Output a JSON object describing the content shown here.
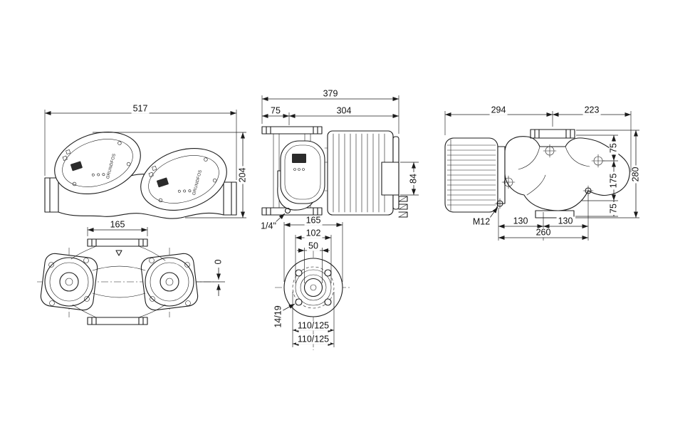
{
  "meta": {
    "drawing_type": "pump dimensional drawing, five orthographic views",
    "line_color": "#1c1c1c",
    "background": "#ffffff"
  },
  "brand": "GRUNDFOS",
  "views": {
    "front": {
      "overall_width": "517",
      "overall_height": "204"
    },
    "side": {
      "overall_depth": "379",
      "flange_offset": "75",
      "motor_length": "304",
      "terminal_height": "84",
      "vent_plug": "1/4\""
    },
    "top": {
      "length_motor_side": "294",
      "length_pump_side": "223",
      "offset_top": "75",
      "depth_total": "280",
      "spacing_mid": "175",
      "offset_bottom": "75",
      "bolt_thread": "M12",
      "bolt_pitch_left": "130",
      "bolt_pitch_right": "130",
      "bolt_pitch_total": "260"
    },
    "bottom": {
      "flange_width": "165",
      "port_offset": "0"
    },
    "port": {
      "flange_od": "165",
      "boss_diameter": "102",
      "bore_diameter": "50",
      "bolt_hole_diameter": "14/19",
      "bolt_circle_a": "110/125",
      "bolt_circle_b": "110/125"
    }
  }
}
